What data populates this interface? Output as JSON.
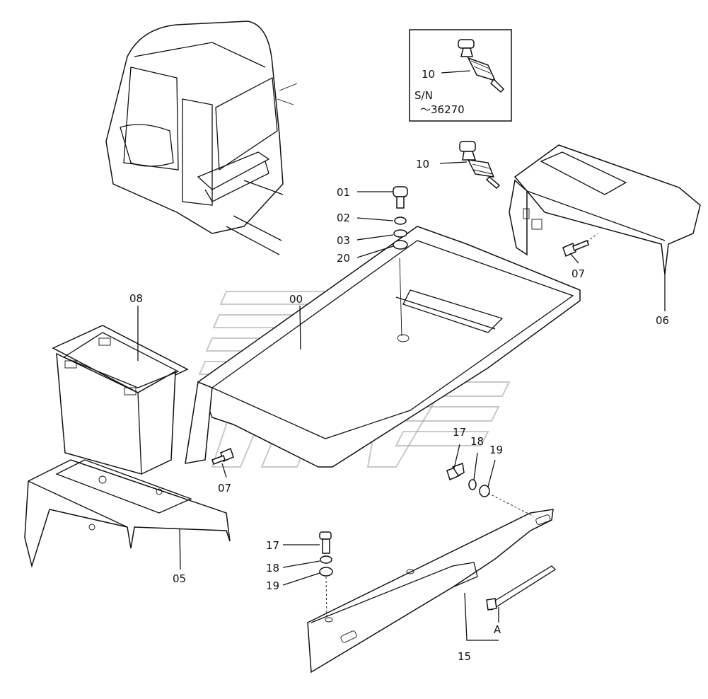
{
  "inset": {
    "part_number": "10",
    "serial_label": "S/N",
    "serial_range": "～36270"
  },
  "callouts": {
    "p00": "00",
    "p01": "01",
    "p02": "02",
    "p03": "03",
    "p20": "20",
    "p10": "10",
    "p06": "06",
    "p07a": "07",
    "p07b": "07",
    "p08": "08",
    "p05": "05",
    "p17a": "17",
    "p18a": "18",
    "p19a": "19",
    "p17b": "17",
    "p18b": "18",
    "p19b": "19",
    "p15": "15",
    "pA": "A"
  },
  "colors": {
    "line": "#111111",
    "background": "#ffffff",
    "watermark": "#9a9a9a"
  }
}
